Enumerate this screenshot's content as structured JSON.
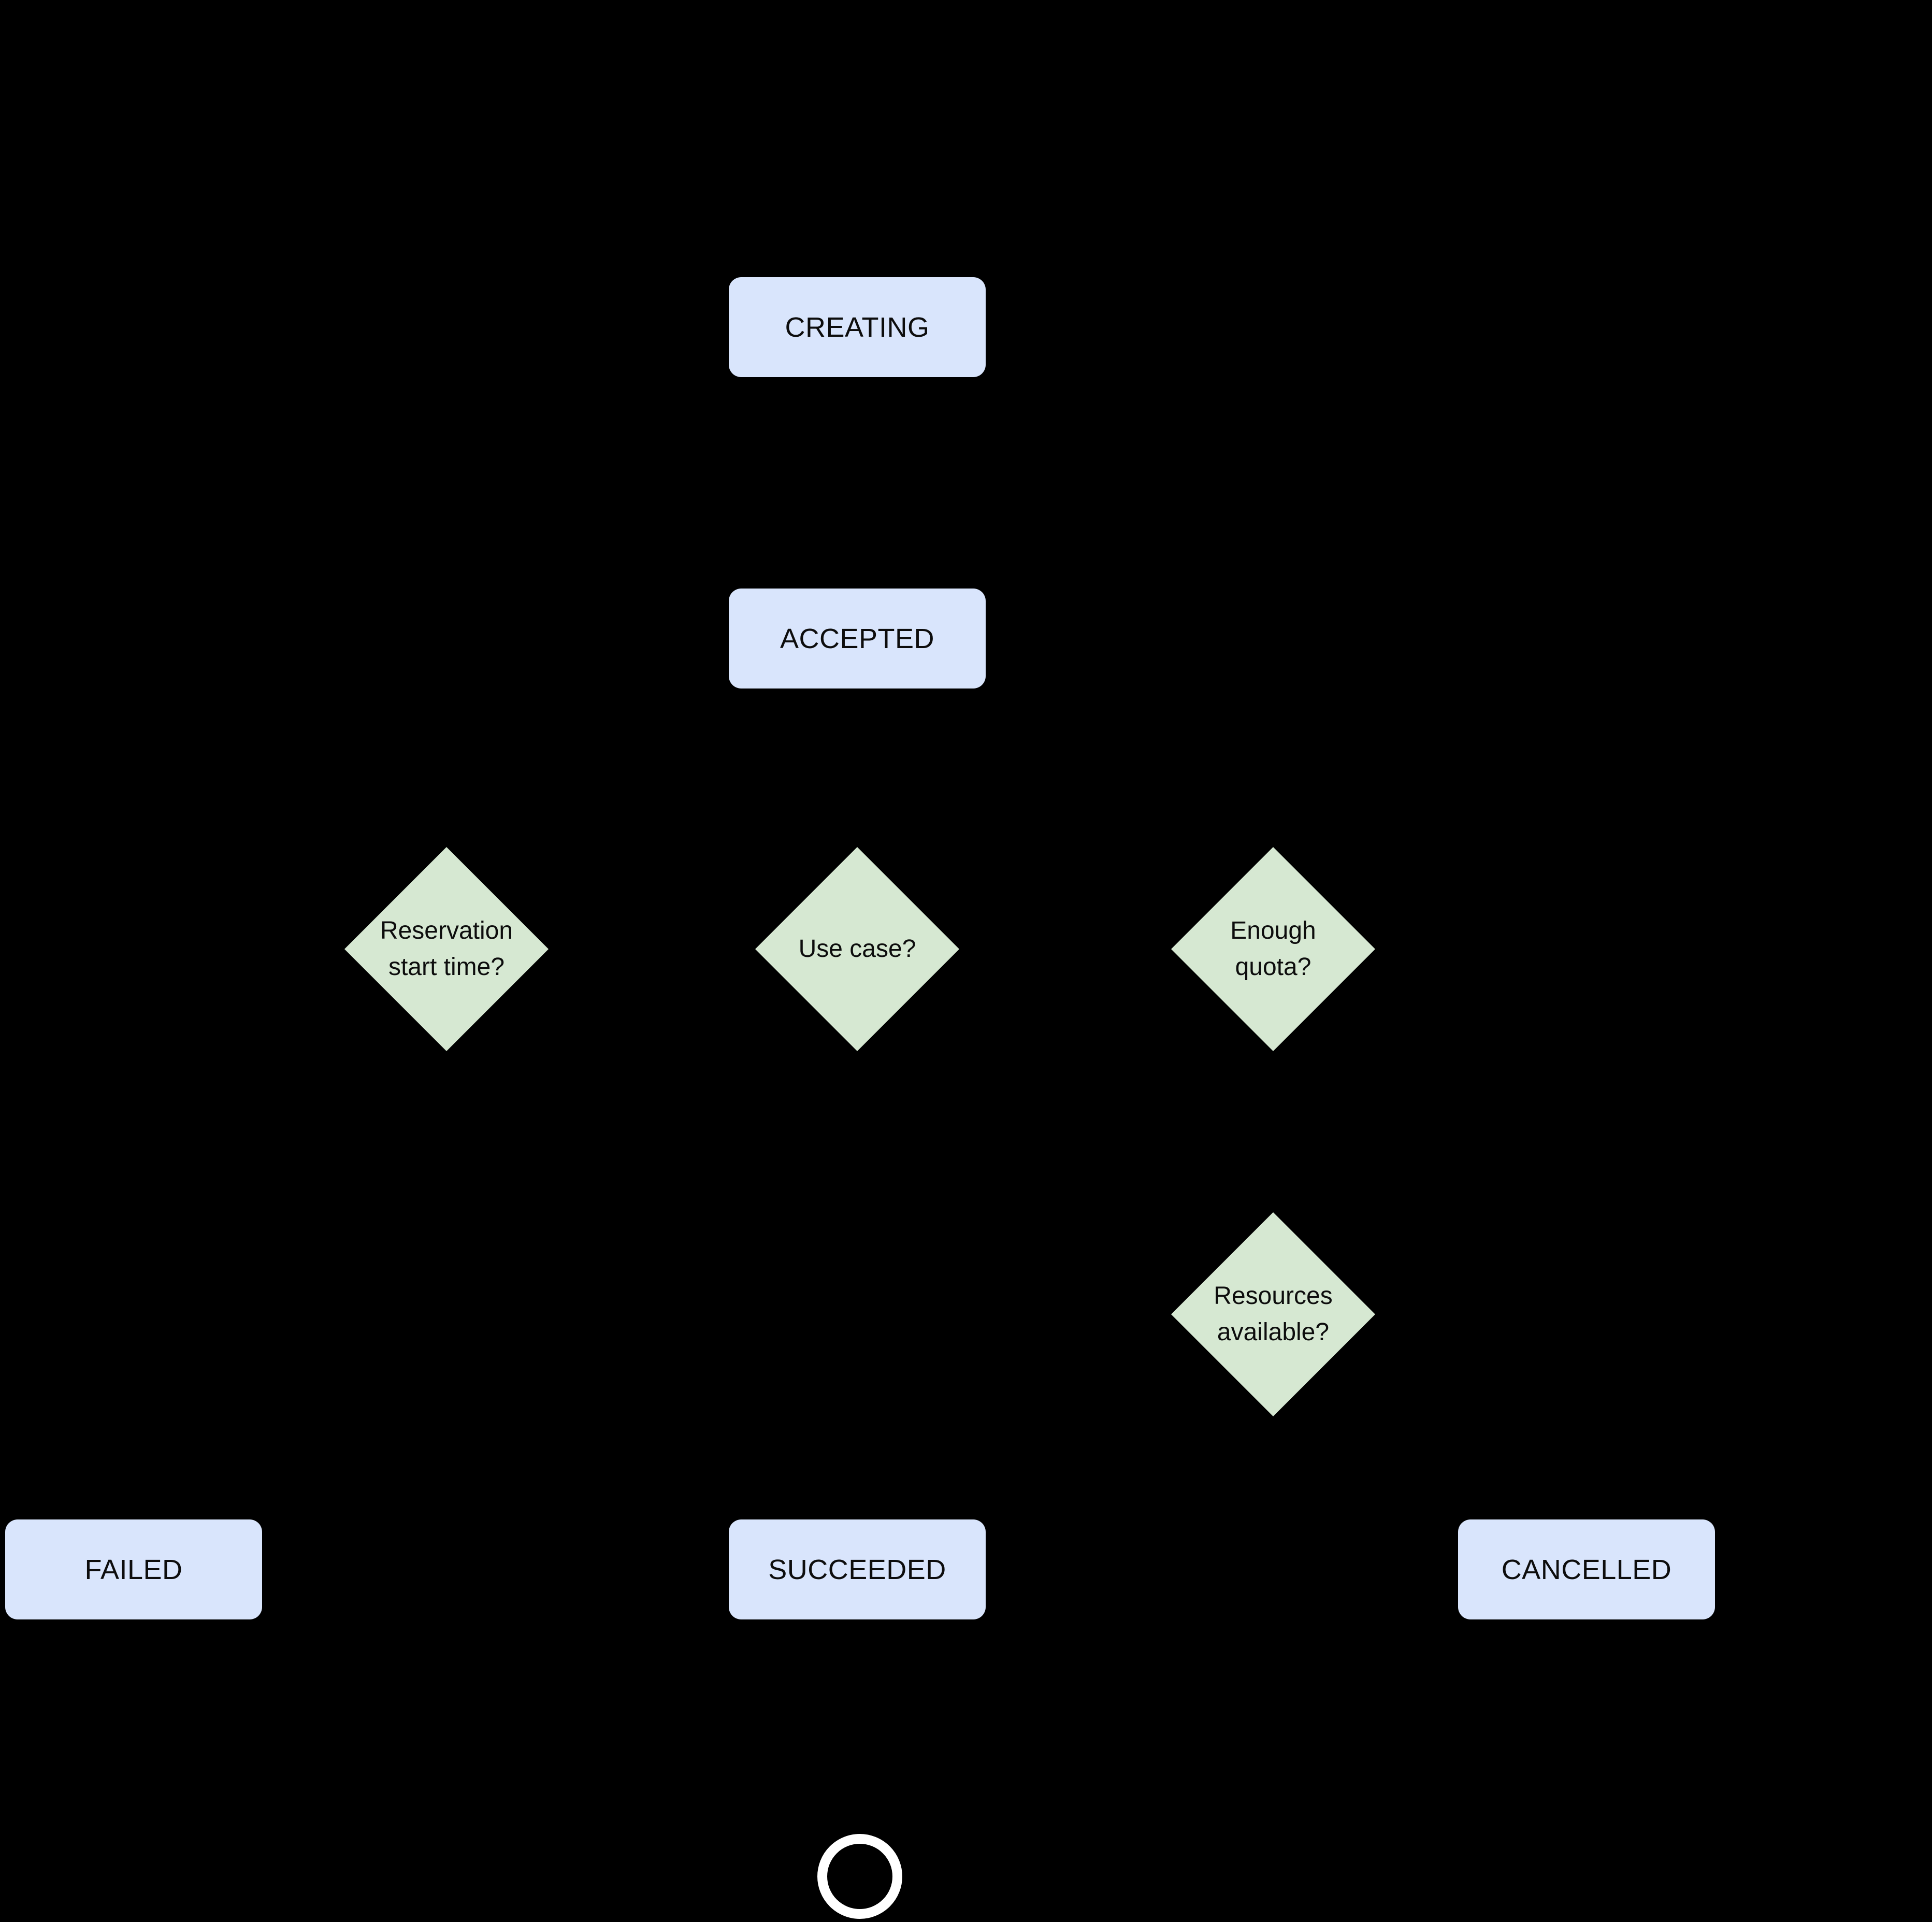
{
  "colors": {
    "background": "#000000",
    "state_fill": "#d9e5fc",
    "decision_fill": "#d6e8d2",
    "label_text": "#0d0d0d",
    "end_ring": "#ffffff"
  },
  "states": {
    "creating": {
      "label": "CREATING"
    },
    "accepted": {
      "label": "ACCEPTED"
    },
    "failed": {
      "label": "FAILED"
    },
    "succeeded": {
      "label": "SUCCEEDED"
    },
    "cancelled": {
      "label": "CANCELLED"
    }
  },
  "decisions": {
    "reservation_start_time": {
      "line1": "Reservation",
      "line2": "start time?"
    },
    "use_case": {
      "label": "Use case?"
    },
    "enough_quota": {
      "line1": "Enough",
      "line2": "quota?"
    },
    "resources_available": {
      "line1": "Resources",
      "line2": "available?"
    }
  }
}
